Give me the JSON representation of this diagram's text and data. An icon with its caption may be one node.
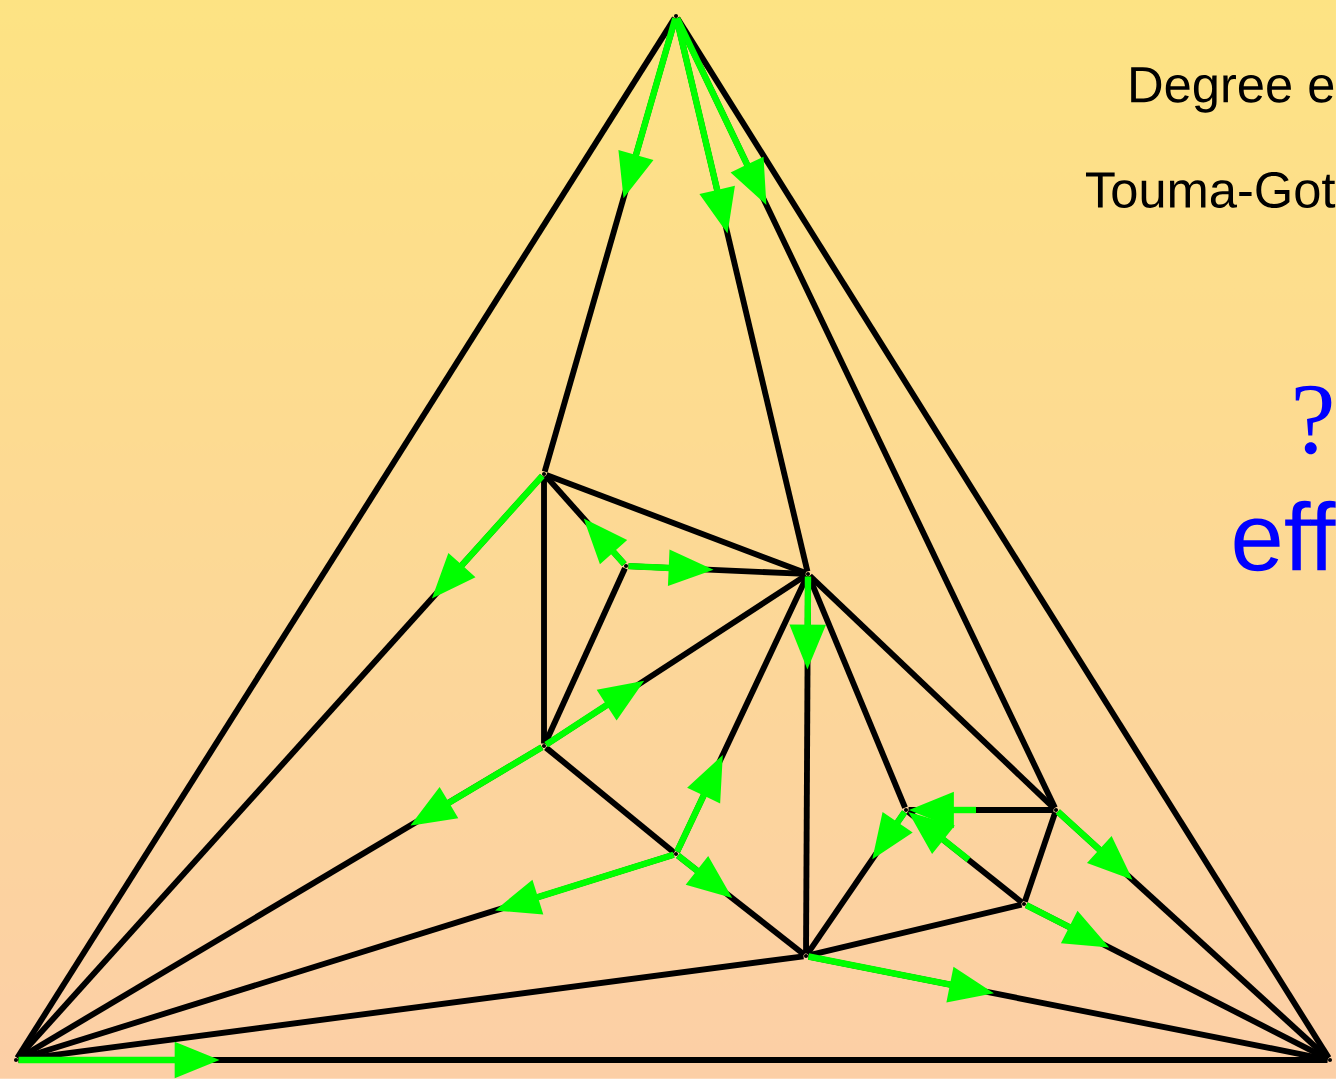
{
  "diagram": {
    "nodes": [
      {
        "text": [],
        "shape": "point"
      },
      {
        "text": [],
        "shape": "point"
      },
      {
        "text": [],
        "shape": "point"
      },
      {
        "text": [],
        "shape": "point"
      },
      {
        "text": [],
        "shape": "point"
      },
      {
        "text": [],
        "shape": "point"
      },
      {
        "text": [],
        "shape": "point"
      },
      {
        "text": [],
        "shape": "point"
      },
      {
        "text": [],
        "shape": "point"
      },
      {
        "text": [],
        "shape": "point"
      },
      {
        "text": [],
        "shape": "point"
      },
      {
        "text": [],
        "shape": "point"
      }
    ],
    "edges": [
      {
        "from": 0,
        "to": 1,
        "arrow": "none"
      },
      {
        "from": 0,
        "to": 2,
        "arrow": "none"
      },
      {
        "from": 0,
        "to": 3,
        "arrow": "none"
      },
      {
        "from": 0,
        "to": 5,
        "arrow": "none"
      },
      {
        "from": 0,
        "to": 10,
        "arrow": "none"
      },
      {
        "from": 3,
        "to": 1,
        "arrow": "none"
      },
      {
        "from": 3,
        "to": 5,
        "arrow": "none"
      },
      {
        "from": 3,
        "to": 6,
        "arrow": "none"
      },
      {
        "from": 4,
        "to": 3,
        "arrow": "none"
      },
      {
        "from": 4,
        "to": 5,
        "arrow": "none"
      },
      {
        "from": 4,
        "to": 6,
        "arrow": "none"
      },
      {
        "from": 6,
        "to": 5,
        "arrow": "none"
      },
      {
        "from": 5,
        "to": 8,
        "arrow": "none"
      },
      {
        "from": 7,
        "to": 5,
        "arrow": "none"
      },
      {
        "from": 5,
        "to": 9,
        "arrow": "none"
      },
      {
        "from": 5,
        "to": 10,
        "arrow": "none"
      },
      {
        "from": 6,
        "to": 1,
        "arrow": "none"
      },
      {
        "from": 6,
        "to": 7,
        "arrow": "none"
      },
      {
        "from": 7,
        "to": 1,
        "arrow": "none"
      },
      {
        "from": 7,
        "to": 8,
        "arrow": "none"
      },
      {
        "from": 8,
        "to": 1,
        "arrow": "none"
      },
      {
        "from": 8,
        "to": 2,
        "arrow": "none"
      },
      {
        "from": 9,
        "to": 8,
        "arrow": "none"
      },
      {
        "from": 8,
        "to": 11,
        "arrow": "none"
      },
      {
        "from": 10,
        "to": 9,
        "arrow": "none"
      },
      {
        "from": 11,
        "to": 9,
        "arrow": "none"
      },
      {
        "from": 10,
        "to": 11,
        "arrow": "none"
      },
      {
        "from": 10,
        "to": 2,
        "arrow": "none"
      },
      {
        "from": 11,
        "to": 2,
        "arrow": "none"
      },
      {
        "from": 1,
        "to": 2,
        "arrow": "none"
      },
      {
        "from": 0,
        "to": null,
        "arrow": "to",
        "color": "#00ff00"
      },
      {
        "from": 0,
        "to": null,
        "arrow": "to",
        "color": "#00ff00"
      },
      {
        "from": 0,
        "to": null,
        "arrow": "to",
        "color": "#00ff00"
      },
      {
        "from": 3,
        "to": null,
        "arrow": "to",
        "color": "#00ff00"
      },
      {
        "from": 4,
        "to": null,
        "arrow": "to",
        "color": "#00ff00"
      },
      {
        "from": 4,
        "to": null,
        "arrow": "to",
        "color": "#00ff00"
      },
      {
        "from": 6,
        "to": null,
        "arrow": "to",
        "color": "#00ff00"
      },
      {
        "from": 5,
        "to": null,
        "arrow": "to",
        "color": "#00ff00"
      },
      {
        "from": 7,
        "to": null,
        "arrow": "to",
        "color": "#00ff00"
      },
      {
        "from": 6,
        "to": null,
        "arrow": "to",
        "color": "#00ff00"
      },
      {
        "from": 7,
        "to": null,
        "arrow": "to",
        "color": "#00ff00"
      },
      {
        "from": 7,
        "to": null,
        "arrow": "to",
        "color": "#00ff00"
      },
      {
        "from": 8,
        "to": null,
        "arrow": "to",
        "color": "#00ff00"
      },
      {
        "from": 9,
        "to": null,
        "arrow": "to",
        "color": "#00ff00"
      },
      {
        "from": null,
        "to": 9,
        "arrow": "to",
        "color": "#00ff00"
      },
      {
        "from": null,
        "to": 9,
        "arrow": "to",
        "color": "#00ff00"
      },
      {
        "from": 10,
        "to": null,
        "arrow": "to",
        "color": "#00ff00"
      },
      {
        "from": 11,
        "to": null,
        "arrow": "to",
        "color": "#00ff00"
      },
      {
        "from": 1,
        "to": null,
        "arrow": "to",
        "color": "#00ff00"
      }
    ],
    "labels": [
      "Degree e",
      "Touma-Got",
      "?",
      "eff"
    ]
  }
}
